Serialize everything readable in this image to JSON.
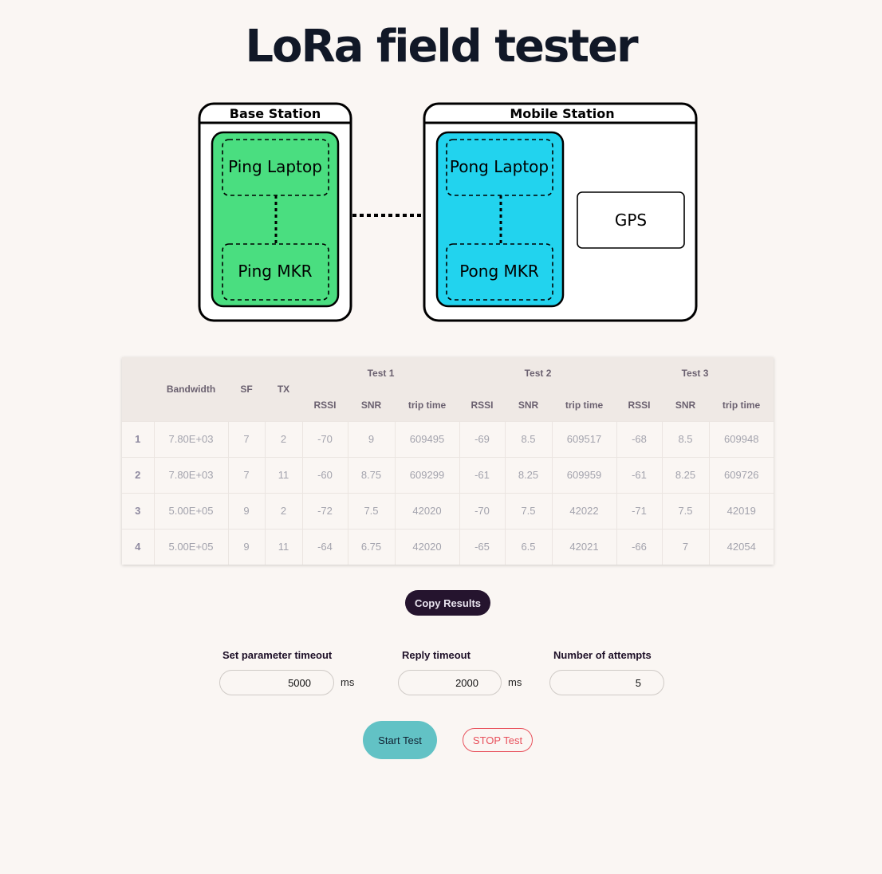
{
  "title": "LoRa field tester",
  "diagram": {
    "base_station": {
      "label": "Base Station",
      "ping_laptop": "Ping Laptop",
      "ping_mkr": "Ping MKR"
    },
    "mobile_station": {
      "label": "Mobile Station",
      "pong_laptop": "Pong Laptop",
      "pong_mkr": "Pong MKR",
      "gps": "GPS"
    },
    "colors": {
      "base_fill": "#4ade80",
      "mobile_fill": "#22d3ee"
    }
  },
  "table": {
    "headers": {
      "bandwidth": "Bandwidth",
      "sf": "SF",
      "tx": "TX",
      "test1": "Test 1",
      "test2": "Test 2",
      "test3": "Test 3",
      "rssi": "RSSI",
      "snr": "SNR",
      "trip": "trip time"
    },
    "rows": [
      [
        "1",
        "7.80E+03",
        "7",
        "2",
        "-70",
        "9",
        "609495",
        "-69",
        "8.5",
        "609517",
        "-68",
        "8.5",
        "609948"
      ],
      [
        "2",
        "7.80E+03",
        "7",
        "11",
        "-60",
        "8.75",
        "609299",
        "-61",
        "8.25",
        "609959",
        "-61",
        "8.25",
        "609726"
      ],
      [
        "3",
        "5.00E+05",
        "9",
        "2",
        "-72",
        "7.5",
        "42020",
        "-70",
        "7.5",
        "42022",
        "-71",
        "7.5",
        "42019"
      ],
      [
        "4",
        "5.00E+05",
        "9",
        "11",
        "-64",
        "6.75",
        "42020",
        "-65",
        "6.5",
        "42021",
        "-66",
        "7",
        "42054"
      ]
    ]
  },
  "copy_button": "Copy Results",
  "params": {
    "set_param_timeout": {
      "label": "Set parameter timeout",
      "value": "5000",
      "unit": "ms"
    },
    "reply_timeout": {
      "label": "Reply timeout",
      "value": "2000",
      "unit": "ms"
    },
    "attempts": {
      "label": "Number of attempts",
      "value": "5"
    }
  },
  "start_button": "Start Test",
  "stop_button": "STOP Test",
  "colors": {
    "background": "#faf6f3",
    "copy_button": "#25142e",
    "start_button": "#62c2c5",
    "stop_button": "#e8505b"
  }
}
